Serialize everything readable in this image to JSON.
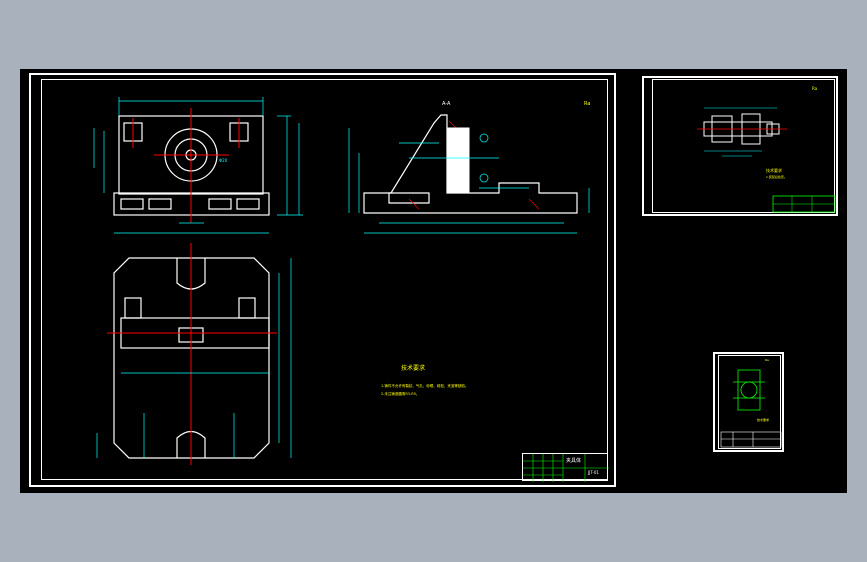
{
  "colors": {
    "app_background": "#a9b1bd",
    "model_space": "#000000",
    "line_white": "#ffffff",
    "line_cyan": "#00ffff",
    "line_red": "#ff0000",
    "line_green": "#00ff00",
    "line_yellow": "#ffff00"
  },
  "main_sheet": {
    "section_label": "A-A",
    "roughness_mark": "Ra",
    "dim_width": "Φ20",
    "tech_req_title": "技术要求",
    "tech_req_line1": "1.铸件不允许有裂纹、气孔、砂眼、疏松、夹渣等缺陷。",
    "tech_req_line2": "2.未注铸造圆角R3-R5。",
    "title_block_name": "夹具体",
    "title_block_code": "JJT-01"
  },
  "sheet_small_right": {
    "roughness_mark": "Ra",
    "note_title": "技术要求",
    "note_line": "1.装配后检查。"
  },
  "sheet_tiny": {
    "roughness_mark": "Ra",
    "note": "技术要求"
  }
}
